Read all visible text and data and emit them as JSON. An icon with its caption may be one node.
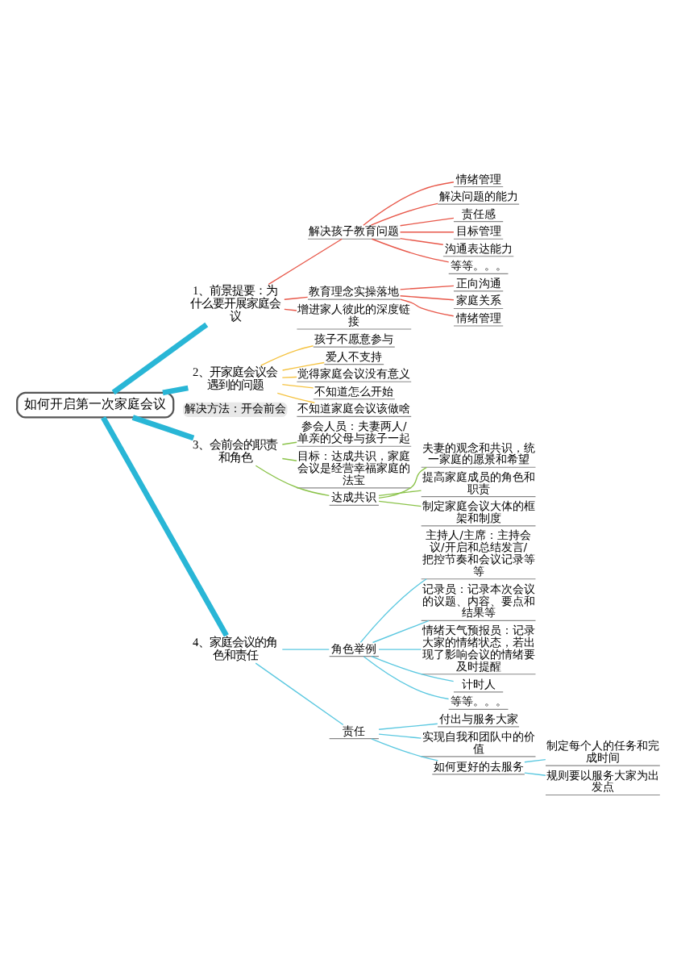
{
  "diagram": {
    "nodes": [
      {
        "text": [
          "如何开启第一次家庭会议"
        ]
      },
      {
        "text": [
          "1、前景提要：为什么要开展家庭会议"
        ]
      },
      {
        "text": [
          "解决孩子教育问题"
        ]
      },
      {
        "text": [
          "情绪管理"
        ]
      },
      {
        "text": [
          "解决问题的能力"
        ]
      },
      {
        "text": [
          "责任感"
        ]
      },
      {
        "text": [
          "目标管理"
        ]
      },
      {
        "text": [
          "沟通表达能力"
        ]
      },
      {
        "text": [
          "等等。。。"
        ]
      },
      {
        "text": [
          "教育理念实操落地"
        ]
      },
      {
        "text": [
          "正向沟通"
        ]
      },
      {
        "text": [
          "家庭关系"
        ]
      },
      {
        "text": [
          "情绪管理"
        ]
      },
      {
        "text": [
          "增进家人彼此的深度链接"
        ]
      },
      {
        "text": [
          "2、开家庭会议会遇到的问题"
        ]
      },
      {
        "text": [
          "孩子不愿意参与"
        ]
      },
      {
        "text": [
          "爱人不支持"
        ]
      },
      {
        "text": [
          "不知道家庭会议该做啥"
        ]
      },
      {
        "text": [
          "觉得家庭会议没有意义"
        ]
      },
      {
        "text": [
          "不知道怎么开始"
        ]
      },
      {
        "text": [
          "解决方法：开会前会"
        ]
      },
      {
        "text": [
          "3、会前会的职责和角色"
        ]
      },
      {
        "text": [
          "参会人员：夫妻两人/单亲的父母与孩子一起"
        ]
      },
      {
        "text": [
          "目标：达成共识，家庭会议是经营幸福家庭的法宝"
        ]
      },
      {
        "text": [
          "达成共识"
        ]
      },
      {
        "text": [
          "夫妻的观念和共识，统一家庭的愿景和希望"
        ]
      },
      {
        "text": [
          "提高家庭成员的角色和职责"
        ]
      },
      {
        "text": [
          "制定家庭会议大体的框架和制度"
        ]
      },
      {
        "text": [
          "4、家庭会议的角色和责任"
        ]
      },
      {
        "text": [
          "角色举例"
        ]
      },
      {
        "text": [
          "主持人/主席：主持会议/开启和总结发言/把控节奏和会议记录等等"
        ]
      },
      {
        "text": [
          "记录员：记录本次会议的议题、内容、要点和结果等"
        ]
      },
      {
        "text": [
          "情绪天气预报员：记录大家的情绪状态，若出现了影响会议的情绪要及时提醒"
        ]
      },
      {
        "text": [
          "计时人"
        ]
      },
      {
        "text": [
          "等等。。。"
        ]
      },
      {
        "text": [
          "责任"
        ]
      },
      {
        "text": [
          "付出与服务大家"
        ]
      },
      {
        "text": [
          "实现自我和团队中的价值"
        ]
      },
      {
        "text": [
          "如何更好的去服务"
        ]
      },
      {
        "text": [
          "制定每个人的任务和完成时间"
        ]
      },
      {
        "text": [
          "规则要以服务大家为出发点"
        ]
      }
    ],
    "edges": [
      {
        "from": 0,
        "to": 1,
        "arrow": "none",
        "color": "#29b6d6",
        "style": "thick"
      },
      {
        "from": 0,
        "to": 14,
        "arrow": "none",
        "color": "#29b6d6",
        "style": "thick"
      },
      {
        "from": 0,
        "to": 21,
        "arrow": "none",
        "color": "#29b6d6",
        "style": "thick"
      },
      {
        "from": 0,
        "to": 28,
        "arrow": "none",
        "color": "#29b6d6",
        "style": "thick"
      },
      {
        "from": 1,
        "to": 2,
        "arrow": "none",
        "color": "#e8584a"
      },
      {
        "from": 2,
        "to": 3,
        "arrow": "none",
        "color": "#e8584a"
      },
      {
        "from": 2,
        "to": 4,
        "arrow": "none",
        "color": "#e8584a"
      },
      {
        "from": 2,
        "to": 5,
        "arrow": "none",
        "color": "#e8584a"
      },
      {
        "from": 2,
        "to": 6,
        "arrow": "none",
        "color": "#e8584a"
      },
      {
        "from": 2,
        "to": 7,
        "arrow": "none",
        "color": "#e8584a"
      },
      {
        "from": 2,
        "to": 8,
        "arrow": "none",
        "color": "#e8584a"
      },
      {
        "from": 1,
        "to": 9,
        "arrow": "none",
        "color": "#e8584a"
      },
      {
        "from": 9,
        "to": 10,
        "arrow": "none",
        "color": "#e8584a"
      },
      {
        "from": 9,
        "to": 11,
        "arrow": "none",
        "color": "#e8584a"
      },
      {
        "from": 9,
        "to": 12,
        "arrow": "none",
        "color": "#e8584a"
      },
      {
        "from": 1,
        "to": 13,
        "arrow": "none",
        "color": "#e8584a"
      },
      {
        "from": 14,
        "to": 15,
        "arrow": "none",
        "color": "#f5c342"
      },
      {
        "from": 14,
        "to": 16,
        "arrow": "none",
        "color": "#f5c342"
      },
      {
        "from": 14,
        "to": 17,
        "arrow": "none",
        "color": "#f5c342"
      },
      {
        "from": 14,
        "to": 18,
        "arrow": "none",
        "color": "#f5c342"
      },
      {
        "from": 14,
        "to": 19,
        "arrow": "none",
        "color": "#f5c342"
      },
      {
        "from": 21,
        "to": 22,
        "arrow": "none",
        "color": "#8bc34a"
      },
      {
        "from": 21,
        "to": 23,
        "arrow": "none",
        "color": "#8bc34a"
      },
      {
        "from": 21,
        "to": 24,
        "arrow": "none",
        "color": "#8bc34a"
      },
      {
        "from": 24,
        "to": 25,
        "arrow": "none",
        "color": "#8bc34a"
      },
      {
        "from": 24,
        "to": 26,
        "arrow": "none",
        "color": "#8bc34a"
      },
      {
        "from": 24,
        "to": 27,
        "arrow": "none",
        "color": "#8bc34a"
      },
      {
        "from": 28,
        "to": 29,
        "arrow": "none",
        "color": "#5bc8e0"
      },
      {
        "from": 29,
        "to": 30,
        "arrow": "none",
        "color": "#5bc8e0"
      },
      {
        "from": 29,
        "to": 31,
        "arrow": "none",
        "color": "#5bc8e0"
      },
      {
        "from": 29,
        "to": 32,
        "arrow": "none",
        "color": "#5bc8e0"
      },
      {
        "from": 29,
        "to": 33,
        "arrow": "none",
        "color": "#5bc8e0"
      },
      {
        "from": 29,
        "to": 34,
        "arrow": "none",
        "color": "#5bc8e0"
      },
      {
        "from": 28,
        "to": 35,
        "arrow": "none",
        "color": "#5bc8e0"
      },
      {
        "from": 35,
        "to": 36,
        "arrow": "none",
        "color": "#5bc8e0"
      },
      {
        "from": 35,
        "to": 37,
        "arrow": "none",
        "color": "#5bc8e0"
      },
      {
        "from": 35,
        "to": 38,
        "arrow": "none",
        "color": "#5bc8e0"
      },
      {
        "from": 38,
        "to": 39,
        "arrow": "none",
        "color": "#5bc8e0"
      },
      {
        "from": 38,
        "to": 40,
        "arrow": "none",
        "color": "#5bc8e0"
      }
    ]
  }
}
